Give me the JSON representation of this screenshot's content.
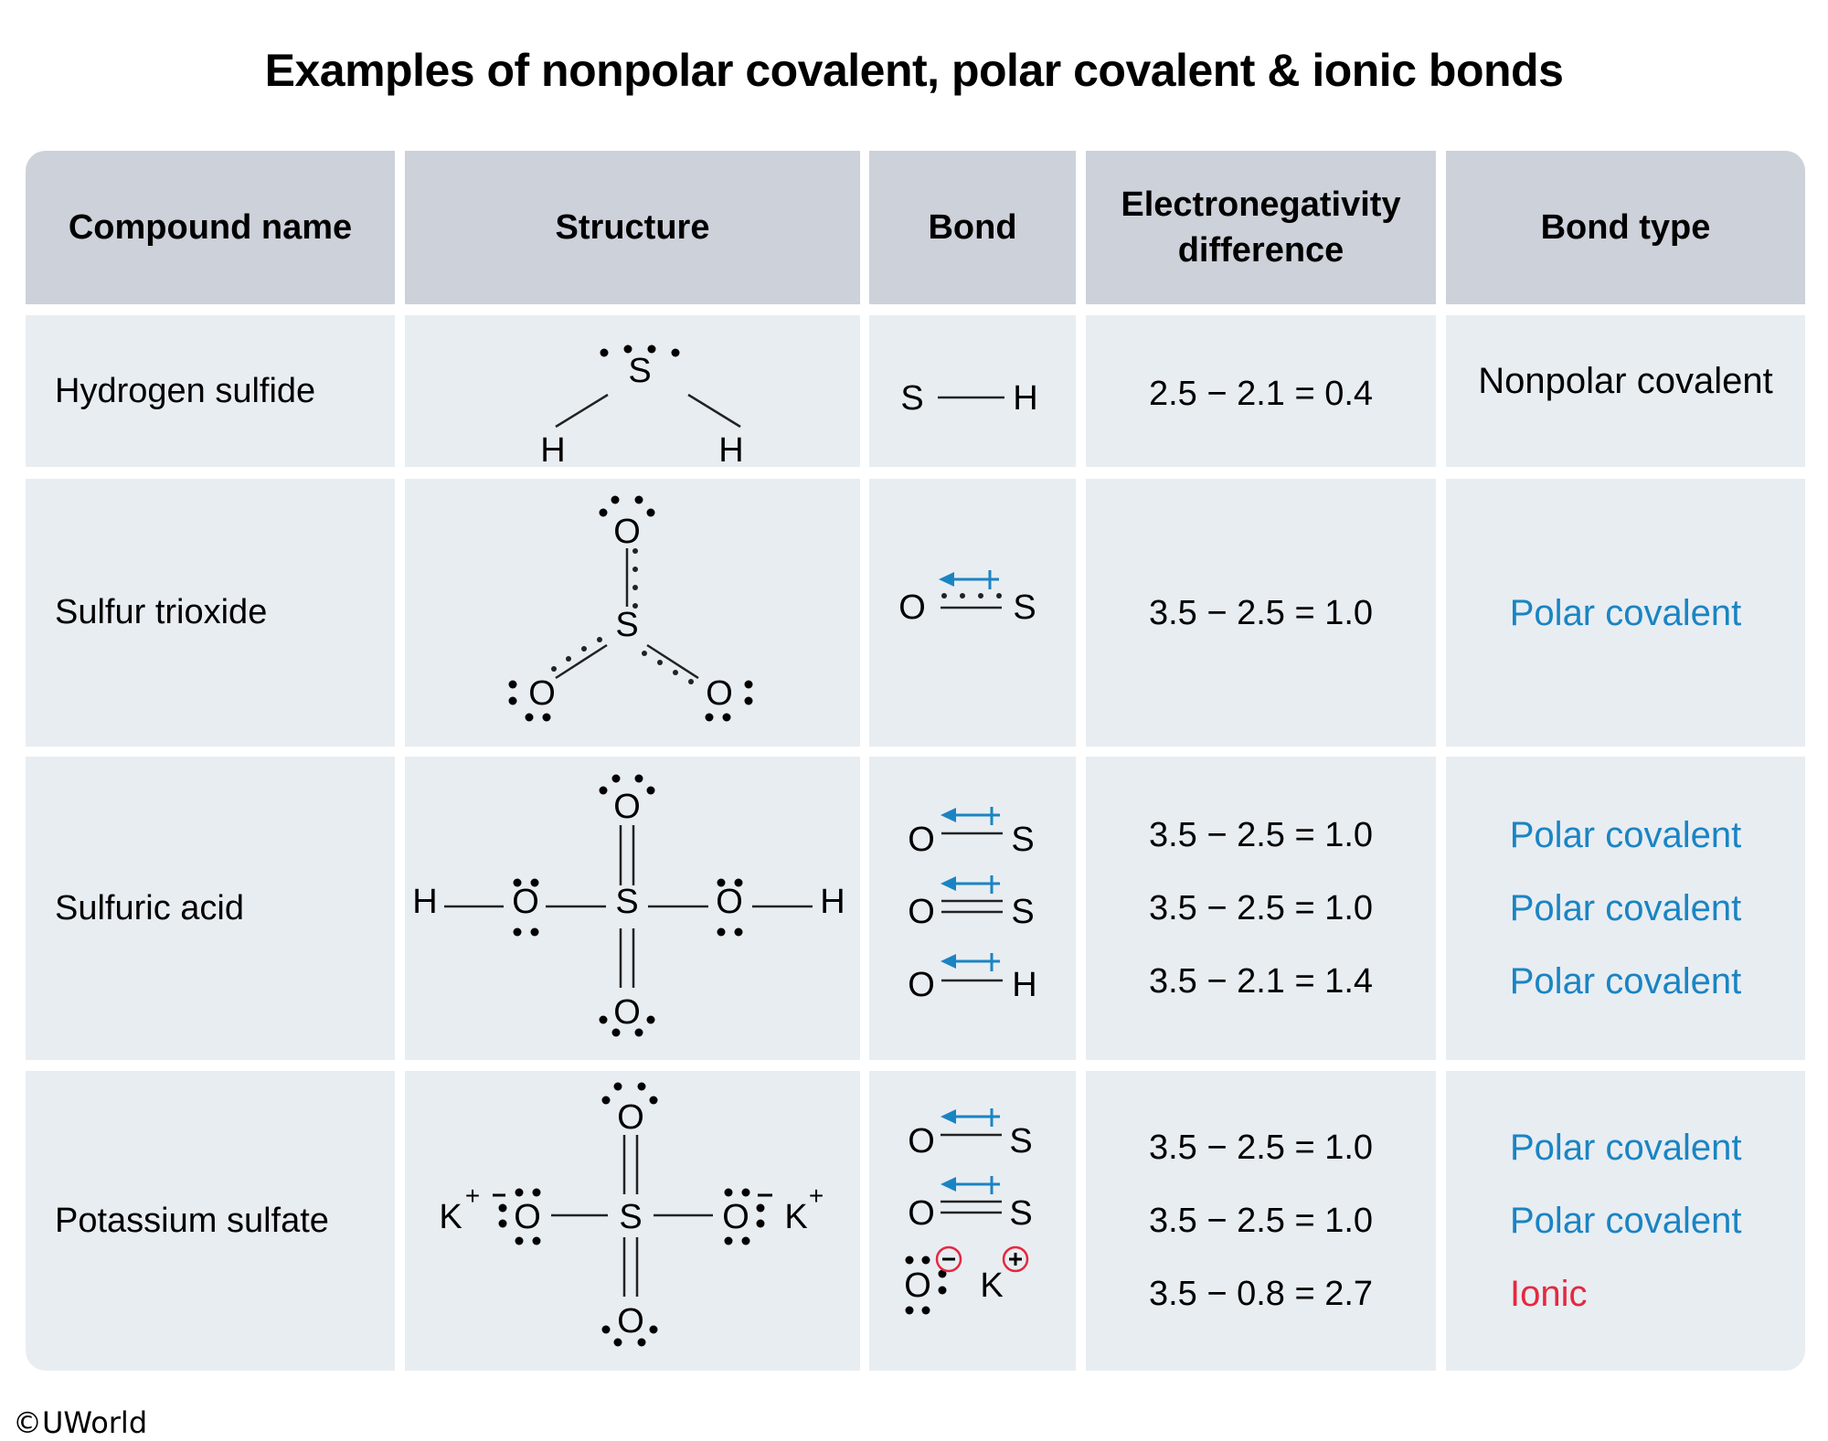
{
  "title": "Examples of nonpolar covalent, polar covalent & ionic bonds",
  "colors": {
    "header_bg": "#CDD1D9",
    "cell_bg": "#E8EDF2",
    "polar": "#1A84C3",
    "ionic": "#E5283F",
    "nonpolar": "#000000"
  },
  "headers": {
    "compound": "Compound name",
    "structure": "Structure",
    "bond": "Bond",
    "en_line1": "Electronegativity",
    "en_line2": "difference",
    "bond_type": "Bond type"
  },
  "rows": [
    {
      "compound": "Hydrogen sulfide",
      "structure_atoms": {
        "center": "S",
        "left": "H",
        "right": "H"
      },
      "bonds": [
        {
          "left": "S",
          "right": "H",
          "bond": "single",
          "dipole": false
        }
      ],
      "en": [
        "2.5 − 2.1 = 0.4"
      ],
      "types": [
        {
          "label": "Nonpolar covalent",
          "kind": "nonpolar"
        }
      ]
    },
    {
      "compound": "Sulfur trioxide",
      "structure_atoms": {
        "center": "S",
        "top": "O",
        "left": "O",
        "right": "O"
      },
      "bonds": [
        {
          "left": "O",
          "right": "S",
          "bond": "resonance",
          "dipole": true
        }
      ],
      "en": [
        "3.5 − 2.5 = 1.0"
      ],
      "types": [
        {
          "label": "Polar covalent",
          "kind": "polar"
        }
      ]
    },
    {
      "compound": "Sulfuric acid",
      "structure_atoms": {
        "center": "S",
        "top": "O",
        "bottom": "O",
        "left_o": "O",
        "right_o": "O",
        "left_h": "H",
        "right_h": "H"
      },
      "bonds": [
        {
          "left": "O",
          "right": "S",
          "bond": "single",
          "dipole": true
        },
        {
          "left": "O",
          "right": "S",
          "bond": "double",
          "dipole": true
        },
        {
          "left": "O",
          "right": "H",
          "bond": "single",
          "dipole": true
        }
      ],
      "en": [
        "3.5 − 2.5 = 1.0",
        "3.5 − 2.5 = 1.0",
        "3.5 − 2.1 = 1.4"
      ],
      "types": [
        {
          "label": "Polar covalent",
          "kind": "polar"
        },
        {
          "label": "Polar covalent",
          "kind": "polar"
        },
        {
          "label": "Polar covalent",
          "kind": "polar"
        }
      ]
    },
    {
      "compound": "Potassium sulfate",
      "structure_atoms": {
        "center": "S",
        "top": "O",
        "bottom": "O",
        "left_o": "O",
        "right_o": "O",
        "left_k": "K",
        "right_k": "K",
        "k_charge": "+",
        "o_charge": "−"
      },
      "bonds": [
        {
          "left": "O",
          "right": "S",
          "bond": "single",
          "dipole": true
        },
        {
          "left": "O",
          "right": "S",
          "bond": "double",
          "dipole": true
        },
        {
          "left": "O",
          "right": "K",
          "bond": "ionic",
          "dipole": false,
          "left_charge": "−",
          "right_charge": "+"
        }
      ],
      "en": [
        "3.5 − 2.5 = 1.0",
        "3.5 − 2.5 = 1.0",
        "3.5 − 0.8 = 2.7"
      ],
      "types": [
        {
          "label": "Polar covalent",
          "kind": "polar"
        },
        {
          "label": "Polar covalent",
          "kind": "polar"
        },
        {
          "label": "Ionic",
          "kind": "ionic"
        }
      ]
    }
  ],
  "footer": "©UWorld"
}
